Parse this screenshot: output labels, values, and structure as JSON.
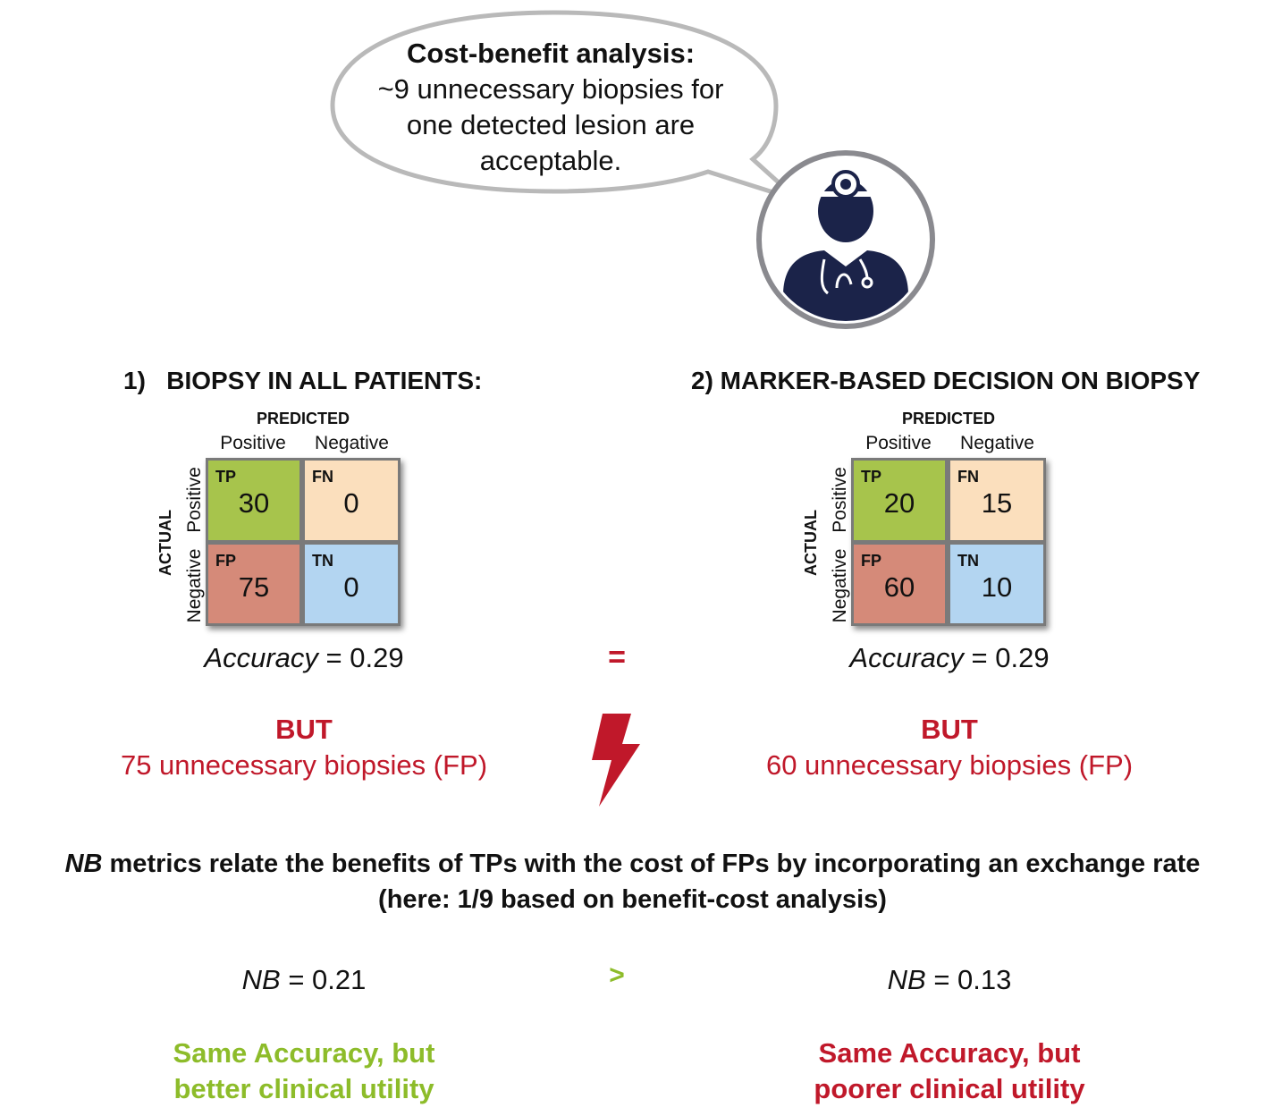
{
  "bubble": {
    "title": "Cost-benefit analysis:",
    "lines": [
      "~9 unnecessary biopsies for",
      "one detected lesion are",
      "acceptable."
    ]
  },
  "icons": {
    "doctor": "doctor-icon",
    "lightning": "lightning-bolt-icon"
  },
  "colors": {
    "tp": "#a7c44c",
    "fn": "#fbdfbd",
    "fp": "#d58a79",
    "tn": "#b3d5f1",
    "red": "#c0182a",
    "green": "#8dbc2a",
    "doctor": "#1b2349"
  },
  "left": {
    "heading": "1)   BIOPSY IN ALL PATIENTS:",
    "predicted": "PREDICTED",
    "col_positive": "Positive",
    "col_negative": "Negative",
    "actual": "ACTUAL",
    "row_positive": "Positive",
    "row_negative": "Negative",
    "tp_tag": "TP",
    "tp": "30",
    "fn_tag": "FN",
    "fn": "0",
    "fp_tag": "FP",
    "fp": "75",
    "tn_tag": "TN",
    "tn": "0",
    "accuracy_label": "Accuracy",
    "accuracy_value": "= 0.29",
    "but": "BUT",
    "fp_note": "75 unnecessary biopsies (FP)",
    "nb_label": "NB",
    "nb_value": "= 0.21",
    "conclusion_1": "Same Accuracy, but",
    "conclusion_2": "better clinical utility"
  },
  "right": {
    "heading": "2) MARKER-BASED DECISION ON BIOPSY",
    "predicted": "PREDICTED",
    "col_positive": "Positive",
    "col_negative": "Negative",
    "actual": "ACTUAL",
    "row_positive": "Positive",
    "row_negative": "Negative",
    "tp_tag": "TP",
    "tp": "20",
    "fn_tag": "FN",
    "fn": "15",
    "fp_tag": "FP",
    "fp": "60",
    "tn_tag": "TN",
    "tn": "10",
    "accuracy_label": "Accuracy",
    "accuracy_value": "= 0.29",
    "but": "BUT",
    "fp_note": "60 unnecessary biopsies (FP)",
    "nb_label": "NB",
    "nb_value": "= 0.13",
    "conclusion_1": "Same Accuracy, but",
    "conclusion_2": "poorer clinical utility"
  },
  "equals": "=",
  "greater": ">",
  "nb_statement": {
    "prefix": "NB",
    "line1_rest": " metrics relate the benefits of TPs with the cost of FPs by incorporating an exchange rate",
    "line2": "(here: 1/9 based on benefit-cost analysis)"
  }
}
